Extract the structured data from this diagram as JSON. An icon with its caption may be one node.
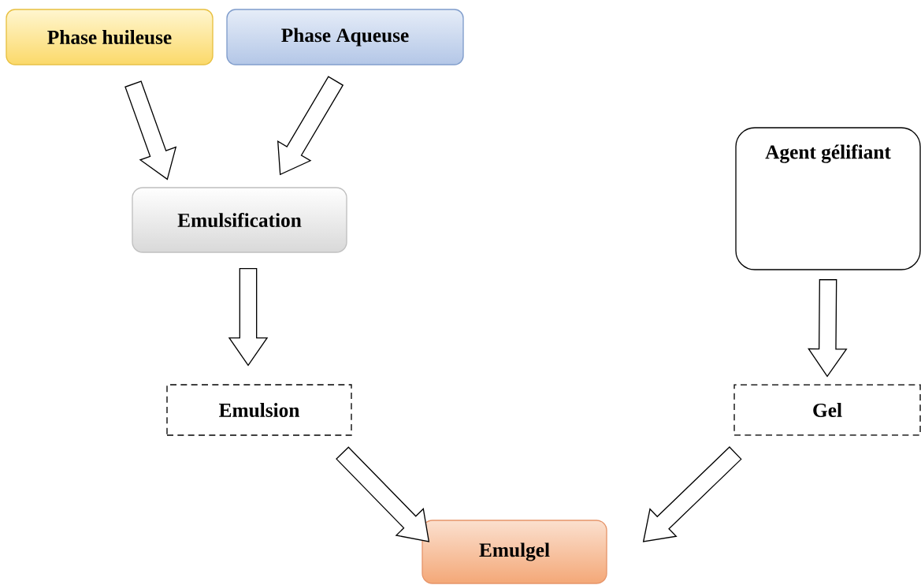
{
  "diagram": {
    "nodes": [
      {
        "text": [
          "Phase huileuse"
        ]
      },
      {
        "text": [
          "Phase Aqueuse"
        ]
      },
      {
        "text": [
          "Emulsification"
        ]
      },
      {
        "text": [
          "Agent gélifiant"
        ]
      },
      {
        "text": [
          "Emulsion"
        ]
      },
      {
        "text": [
          "Gel"
        ]
      },
      {
        "text": [
          "Emulgel"
        ]
      }
    ],
    "edges": [
      {
        "from": 0,
        "to": 2,
        "arrow": "to"
      },
      {
        "from": 1,
        "to": 2,
        "arrow": "to"
      },
      {
        "from": 2,
        "to": 4,
        "arrow": "to"
      },
      {
        "from": 3,
        "to": 5,
        "arrow": "to"
      },
      {
        "from": 4,
        "to": 6,
        "arrow": "to"
      },
      {
        "from": 5,
        "to": 6,
        "arrow": "to"
      }
    ]
  }
}
